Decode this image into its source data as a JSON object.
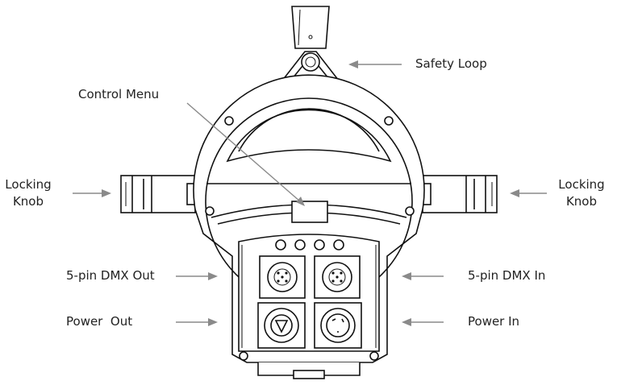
{
  "labels": {
    "safety_loop": "Safety Loop",
    "control_menu": "Control Menu",
    "locking_knob_left_1": "Locking",
    "locking_knob_left_2": "Knob",
    "locking_knob_right_1": "Locking",
    "locking_knob_right_2": "Knob",
    "dmx_out": "5-pin DMX Out",
    "dmx_in": "5-pin DMX In",
    "power_out": "Power  Out",
    "power_in": "Power In"
  },
  "colors": {
    "outline": "#111111",
    "arrow": "#8a8a8a",
    "text": "#222222"
  }
}
